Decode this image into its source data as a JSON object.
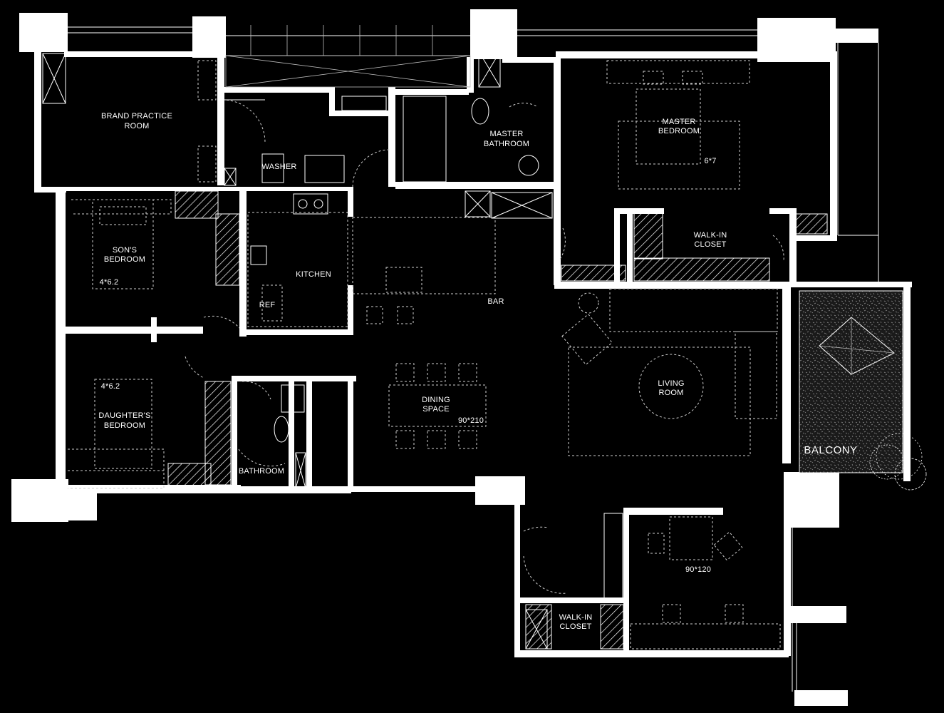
{
  "rooms": {
    "brand_practice": {
      "line1": "BRAND PRACTICE",
      "line2": "ROOM"
    },
    "washer": "WASHER",
    "master_bathroom": {
      "line1": "MASTER",
      "line2": "BATHROOM"
    },
    "master_bedroom": {
      "line1": "MASTER",
      "line2": "BEDROOM",
      "size": "6*7"
    },
    "walkin_closet_master": {
      "line1": "WALK-IN",
      "line2": "CLOSET"
    },
    "sons_bedroom": {
      "line1": "SON'S",
      "line2": "BEDROOM",
      "size": "4*6.2"
    },
    "kitchen": "KITCHEN",
    "ref": "REF",
    "bar": "BAR",
    "daughters_bedroom": {
      "line1": "DAUGHTER'S",
      "line2": "BEDROOM",
      "size": "4*6.2"
    },
    "dining": {
      "line1": "DINING",
      "line2": "SPACE",
      "size": "90*210"
    },
    "living": {
      "line1": "LIVING",
      "line2": "ROOM"
    },
    "balcony": "BALCONY",
    "bathroom": "BATHROOM",
    "study": {
      "size": "90*120"
    },
    "walkin_closet_entry": {
      "line1": "WALK-IN",
      "line2": "CLOSET"
    }
  },
  "colors": {
    "background": "#000000",
    "wall": "#ffffff",
    "line": "#cfcfcf"
  }
}
